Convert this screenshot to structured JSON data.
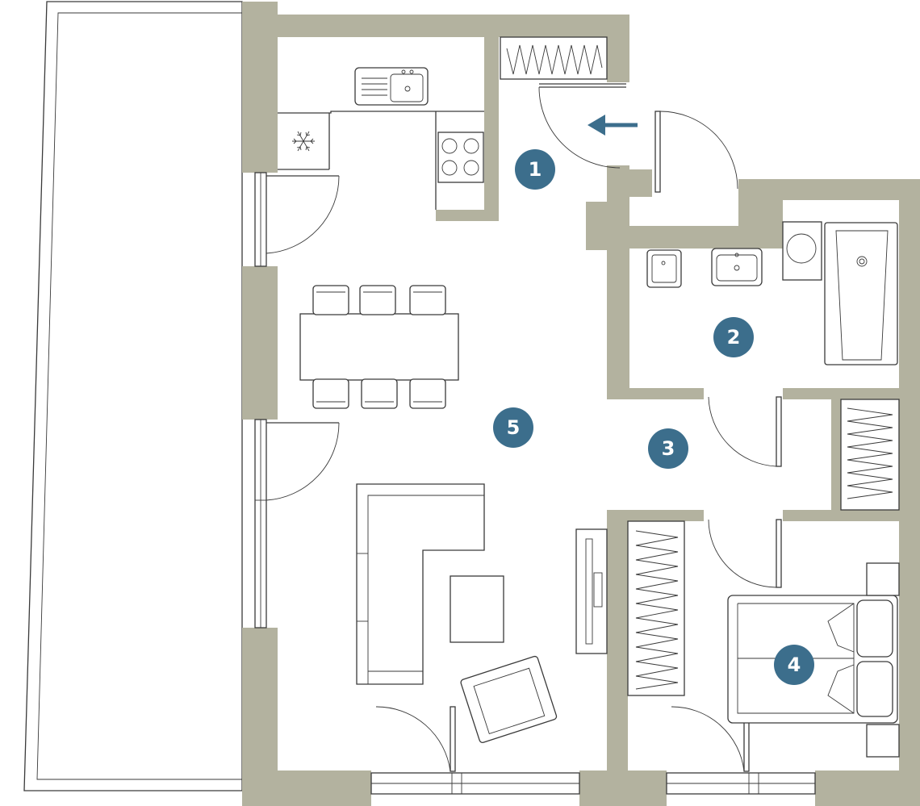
{
  "rooms": [
    {
      "id": "room-1",
      "label": "1"
    },
    {
      "id": "room-2",
      "label": "2"
    },
    {
      "id": "room-3",
      "label": "3"
    },
    {
      "id": "room-4",
      "label": "4"
    },
    {
      "id": "room-5",
      "label": "5"
    }
  ],
  "colors": {
    "wall": "#b3b29f",
    "badge": "#3c6e8c",
    "arrow": "#3c6e8c",
    "linework": "#3a3a3a"
  },
  "icons": {
    "entrance": "arrow-left-icon",
    "freezer": "snowflake-icon"
  }
}
